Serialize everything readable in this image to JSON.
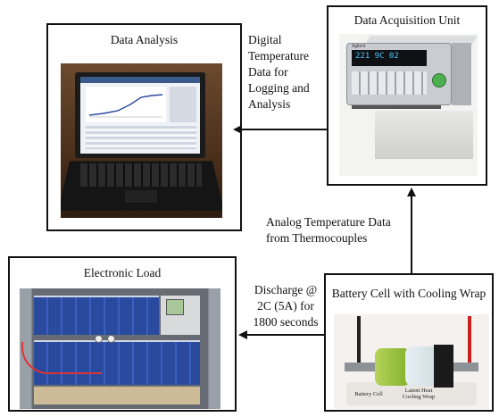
{
  "boxes": {
    "data_analysis": {
      "title": "Data Analysis"
    },
    "data_acquisition": {
      "title": "Data Acquisition Unit",
      "display_text": "221   9C 02",
      "brand_text": "Agilent"
    },
    "electronic_load": {
      "title": "Electronic Load"
    },
    "battery": {
      "title": "Battery Cell with Cooling Wrap",
      "photo_labels": {
        "battery_cell": "Battery Cell",
        "latent_heat": "Latent Heat",
        "cooling_wrap": "Cooling Wrap"
      }
    }
  },
  "arrows": {
    "daq_to_analysis": {
      "lines": [
        "Digital",
        "Temperature",
        "Data for",
        "Logging and",
        "Analysis"
      ]
    },
    "battery_to_daq": {
      "lines": [
        "Analog Temperature Data",
        "from Thermocouples"
      ]
    },
    "battery_to_load": {
      "lines": [
        "Discharge @",
        "2C (5A) for",
        "1800 seconds"
      ]
    }
  },
  "colors": {
    "border": "#111111",
    "arrow": "#111111"
  }
}
